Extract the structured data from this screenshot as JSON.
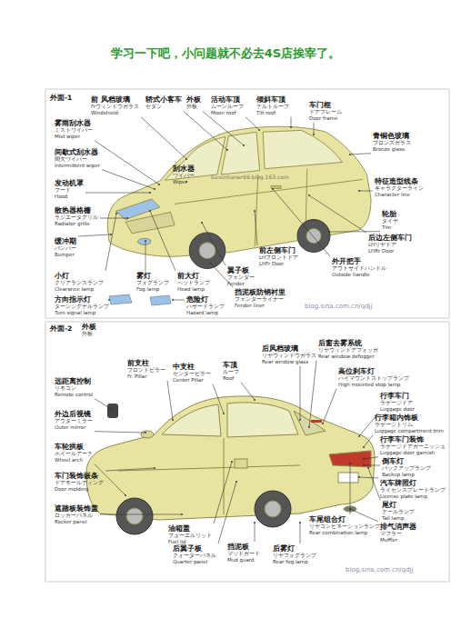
{
  "diagram": {
    "title": "学习一下吧，小问题就不必去4S店挨宰了。",
    "labels": [
      "外面-1",
      "轿式小客车",
      "セダン",
      "外板",
      "外板",
      "活动车顶",
      "ムーンルーフ",
      "Moon roof",
      "倾斜车顶",
      "チルトルーフ",
      "Tilt roof",
      "雾雨刮水器",
      "ミストワイパー",
      "Mist wiper",
      "前 风档玻璃",
      "Frウィンドウガラス",
      "Windshield",
      "间歇式刮水器",
      "間欠ワイパー",
      "Intermittent wiper",
      "刮水器",
      "ワイパー",
      "Wiper",
      "车门框",
      "ドアフレーム",
      "Door frame",
      "青铜色玻璃",
      "ブロンズガラス",
      "Bronze glass",
      "特征造型线条",
      "キャラクターライン",
      "Character line",
      "发动机罩",
      "フード",
      "Hood",
      "轮胎",
      "タイヤ",
      "Tire",
      "散热器格栅",
      "ラジエータグリル",
      "Radiator grille",
      "后边左侧车门",
      "LHリヤドア",
      "LHRr Door",
      "缓冲期",
      "バンパー",
      "Bumper",
      "外开把手",
      "アウトサイドハンドル",
      "Outside handle",
      "前左侧车门",
      "LHフロントドア",
      "LHFr Door",
      "小灯",
      "クリアランスランプ",
      "Clearance lamp",
      "雾灯",
      "フォグランプ",
      "Fog lamp",
      "前大灯",
      "ヘッドランプ",
      "Head lamp",
      "翼子板",
      "フェンダー",
      "Fender",
      "挡泥板防销衬里",
      "フェンダーライナー",
      "Fender liner",
      "方向指示灯",
      "ターンシグナルランプ",
      "Turn signal lamp",
      "危险灯",
      "ハザードランプ",
      "Hazard lamp",
      "kaixinhaner69.blog.163.com",
      "blog.sina.com.cn/qdjj",
      "外面-2",
      "外板",
      "外板",
      "前支柱",
      "フロントピラー",
      "Fr. Pillar",
      "中支柱",
      "センターピラー",
      "Center Pillar",
      "车顶",
      "ルーフ",
      "Roof",
      "后风档玻璃",
      "リヤウィンドウガラス",
      "Rear window glass",
      "后窗去雾系统",
      "リヤウィンドデフォッガ",
      "Rear window defogger",
      "高位刹车灯",
      "ハイマウントストップランプ",
      "High mounted stop lamp",
      "远距离控制",
      "リモコン",
      "Remote control",
      "行李车门",
      "ラゲージドア",
      "Luggage door",
      "外边后视镜",
      "アウターミラー",
      "Outer mirror",
      "行李箱内饰板",
      "ラゲージトリム",
      "Luggage compartment trim",
      "车轮拱板",
      "ホイールアーチ",
      "Wheel arch",
      "行李车门装饰",
      "ラゲージドアガーニッシュ",
      "Luggage door garnish",
      "倒车灯",
      "バックアップランプ",
      "Backup lamp",
      "车门装饰嵌条",
      "ドアモールディング",
      "Door molding",
      "汽车牌照灯",
      "ライセンスプレートランプ",
      "License plate lamp",
      "遮踏板装饰盖",
      "ロッカーパネル",
      "Rocker panel",
      "油箱盖",
      "フューエルリッド",
      "Fuel lid",
      "车尾组合灯",
      "リヤコンビネーションランプ",
      "Rear combination lamp",
      "排气消声器",
      "マフラー",
      "Muffler",
      "后翼子板",
      "クォーターパネル",
      "Quarter panel",
      "挡泥板",
      "マッドガード",
      "Mud guard",
      "后雾灯",
      "リヤフォグランプ",
      "Rear fog lamp",
      "尾灯",
      "テールランプ",
      "Tail lamp",
      "blog.sina.com.cn/qdjj"
    ]
  }
}
